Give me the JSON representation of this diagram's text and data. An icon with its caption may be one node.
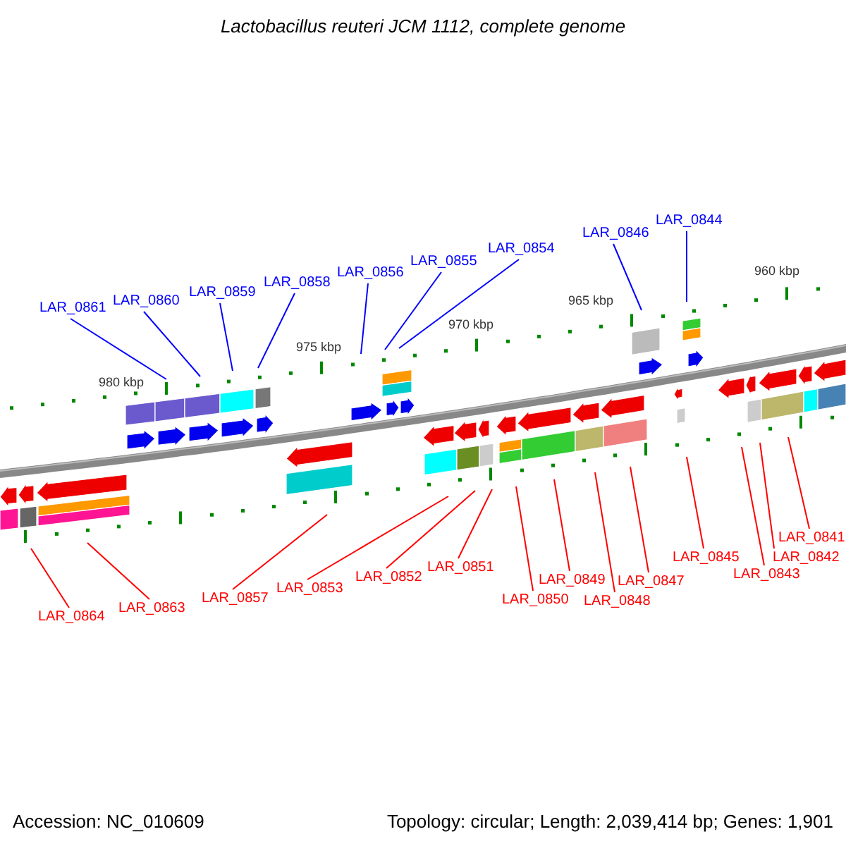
{
  "diagram": {
    "title": "Lactobacillus reuteri JCM 1112, complete genome",
    "nodes": [
      {
        "text": [
          "LAR_0861"
        ]
      },
      {
        "text": [
          "LAR_0860"
        ]
      },
      {
        "text": [
          "LAR_0859"
        ]
      },
      {
        "text": [
          "LAR_0858"
        ]
      },
      {
        "text": [
          "LAR_0856"
        ]
      },
      {
        "text": [
          "LAR_0855"
        ]
      },
      {
        "text": [
          "LAR_0854"
        ]
      },
      {
        "text": [
          "LAR_0846"
        ]
      },
      {
        "text": [
          "LAR_0844"
        ]
      },
      {
        "text": [
          "LAR_0864"
        ]
      },
      {
        "text": [
          "LAR_0863"
        ]
      },
      {
        "text": [
          "LAR_0857"
        ]
      },
      {
        "text": [
          "LAR_0853"
        ]
      },
      {
        "text": [
          "LAR_0852"
        ]
      },
      {
        "text": [
          "LAR_0851"
        ]
      },
      {
        "text": [
          "LAR_0850"
        ]
      },
      {
        "text": [
          "LAR_0849"
        ]
      },
      {
        "text": [
          "LAR_0848"
        ]
      },
      {
        "text": [
          "LAR_0847"
        ]
      },
      {
        "text": [
          "LAR_0845"
        ]
      },
      {
        "text": [
          "LAR_0843"
        ]
      },
      {
        "text": [
          "LAR_0842"
        ]
      },
      {
        "text": [
          "LAR_0841"
        ]
      }
    ],
    "edges": [
      {
        "from": 0,
        "to": null,
        "arrow": "none",
        "color": "#0000ff"
      },
      {
        "from": 1,
        "to": null,
        "arrow": "none",
        "color": "#0000ff"
      },
      {
        "from": 2,
        "to": null,
        "arrow": "none",
        "color": "#0000ff"
      },
      {
        "from": 3,
        "to": null,
        "arrow": "none",
        "color": "#0000ff"
      },
      {
        "from": 4,
        "to": null,
        "arrow": "none",
        "color": "#0000ff"
      },
      {
        "from": 5,
        "to": null,
        "arrow": "none",
        "color": "#0000ff"
      },
      {
        "from": 6,
        "to": null,
        "arrow": "none",
        "color": "#0000ff"
      },
      {
        "from": 7,
        "to": null,
        "arrow": "none",
        "color": "#0000ff"
      },
      {
        "from": 8,
        "to": null,
        "arrow": "none",
        "color": "#0000ff"
      },
      {
        "from": 9,
        "to": null,
        "arrow": "none"
      },
      {
        "from": 10,
        "to": null,
        "arrow": "none"
      },
      {
        "from": 11,
        "to": null,
        "arrow": "none"
      },
      {
        "from": 12,
        "to": null,
        "arrow": "none"
      },
      {
        "from": 13,
        "to": null,
        "arrow": "none"
      },
      {
        "from": 14,
        "to": null,
        "arrow": "none"
      },
      {
        "from": 15,
        "to": null,
        "arrow": "none"
      },
      {
        "from": 16,
        "to": null,
        "arrow": "none"
      },
      {
        "from": 17,
        "to": null,
        "arrow": "none"
      },
      {
        "from": 18,
        "to": null,
        "arrow": "none"
      },
      {
        "from": 19,
        "to": null,
        "arrow": "none"
      },
      {
        "from": 20,
        "to": null,
        "arrow": "none"
      },
      {
        "from": 21,
        "to": null,
        "arrow": "none"
      },
      {
        "from": 22,
        "to": null,
        "arrow": "none"
      }
    ],
    "labels": [
      "980 kbp",
      "975 kbp",
      "970 kbp",
      "965 kbp",
      "960 kbp",
      "Accession: NC_010609",
      "Topology: circular; Length: 2,039,414 bp; Genes: 1,901"
    ]
  }
}
